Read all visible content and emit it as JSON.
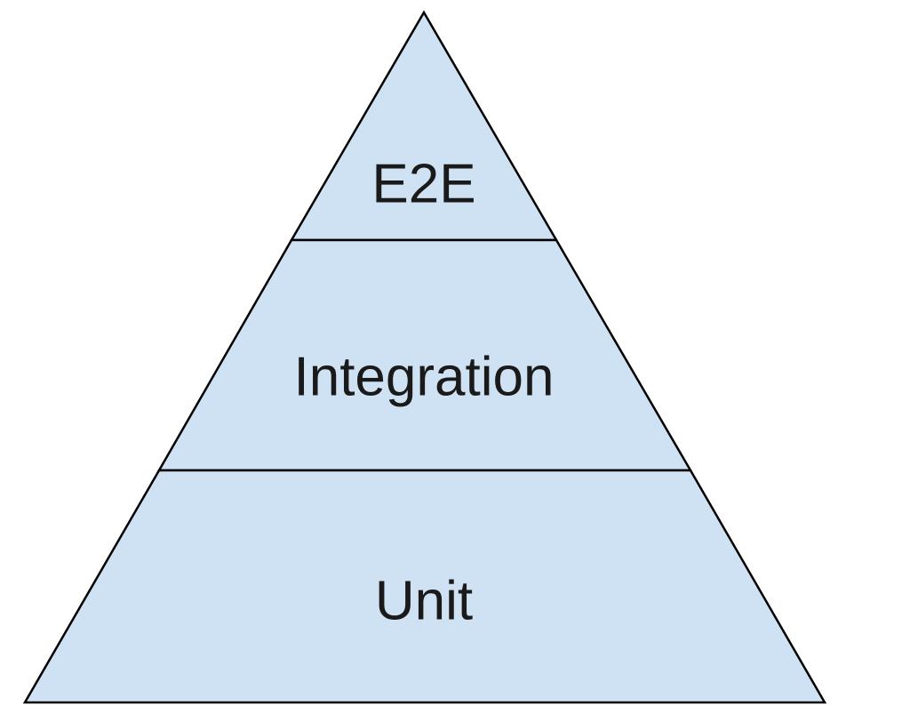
{
  "diagram": {
    "type": "pyramid",
    "fill_color": "#cfe2f3",
    "stroke_color": "#000000",
    "text_color": "#1a1a1a",
    "tiers": [
      {
        "label": "E2E"
      },
      {
        "label": "Integration"
      },
      {
        "label": "Unit"
      }
    ]
  }
}
